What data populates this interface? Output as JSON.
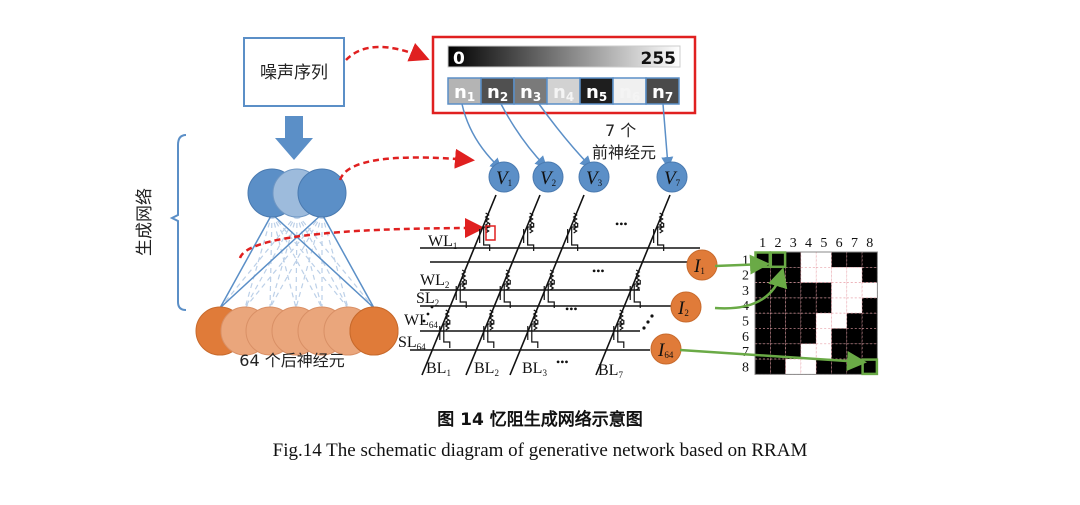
{
  "noise_box": {
    "label": "噪声序列"
  },
  "generator_label": "生成网络",
  "post_neurons_label": "64 个后神经元",
  "pre_neurons_label": [
    "7 个",
    "前神经元"
  ],
  "grayscale_bar": {
    "min_label": "0",
    "max_label": "255"
  },
  "noise_cells": [
    {
      "label": "n",
      "sub": "1",
      "shade": "#b4b4b4"
    },
    {
      "label": "n",
      "sub": "2",
      "shade": "#505050"
    },
    {
      "label": "n",
      "sub": "3",
      "shade": "#7a7a7a"
    },
    {
      "label": "n",
      "sub": "4",
      "shade": "#d2d2d2"
    },
    {
      "label": "n",
      "sub": "5",
      "shade": "#1e1e1e"
    },
    {
      "label": "n",
      "sub": "6",
      "shade": "#f0f0f0"
    },
    {
      "label": "n",
      "sub": "7",
      "shade": "#4a4a4a"
    }
  ],
  "voltage_nodes": [
    {
      "label": "V",
      "sub": "1"
    },
    {
      "label": "V",
      "sub": "2"
    },
    {
      "label": "V",
      "sub": "3"
    },
    {
      "label": "V",
      "sub": "7"
    }
  ],
  "current_nodes": [
    {
      "label": "I",
      "sub": "1"
    },
    {
      "label": "I",
      "sub": "2"
    },
    {
      "label": "I",
      "sub": "64"
    }
  ],
  "row_lines": [
    {
      "label": "WL",
      "sub": "1"
    },
    {
      "label": "WL",
      "sub": "2"
    },
    {
      "label": "SL",
      "sub": "2"
    },
    {
      "label": "WL",
      "sub": "64"
    },
    {
      "label": "SL",
      "sub": "64"
    }
  ],
  "bit_lines": [
    {
      "label": "BL",
      "sub": "1"
    },
    {
      "label": "BL",
      "sub": "2"
    },
    {
      "label": "BL",
      "sub": "3"
    },
    {
      "label": "BL",
      "sub": "7"
    }
  ],
  "ellipsis": "•••",
  "output_grid": {
    "col_labels": [
      "1",
      "2",
      "3",
      "4",
      "5",
      "6",
      "7",
      "8"
    ],
    "row_labels": [
      "1",
      "2",
      "3",
      "4",
      "5",
      "6",
      "7",
      "8"
    ],
    "cells": [
      [
        1,
        1,
        1,
        0,
        0,
        1,
        1,
        1
      ],
      [
        1,
        1,
        1,
        0,
        0,
        0,
        0,
        1
      ],
      [
        1,
        1,
        1,
        1,
        1,
        0,
        0,
        0
      ],
      [
        1,
        1,
        1,
        1,
        1,
        0,
        0,
        1
      ],
      [
        1,
        1,
        1,
        1,
        0,
        0,
        1,
        1
      ],
      [
        1,
        1,
        1,
        1,
        0,
        1,
        1,
        1
      ],
      [
        1,
        1,
        1,
        0,
        0,
        1,
        1,
        1
      ],
      [
        1,
        1,
        0,
        0,
        1,
        1,
        1,
        1
      ]
    ],
    "highlighted": [
      [
        1,
        1
      ],
      [
        1,
        2
      ],
      [
        8,
        8
      ]
    ]
  },
  "colors": {
    "blue": "#5b8fc7",
    "light_blue": "#9dbbdc",
    "orange": "#e07b39",
    "light_orange": "#eaa67c",
    "red": "#e02020",
    "green": "#6aaa46"
  },
  "caption": {
    "cn": "图 14 忆阻生成网络示意图",
    "en": "Fig.14 The schematic diagram of generative network based on RRAM"
  }
}
